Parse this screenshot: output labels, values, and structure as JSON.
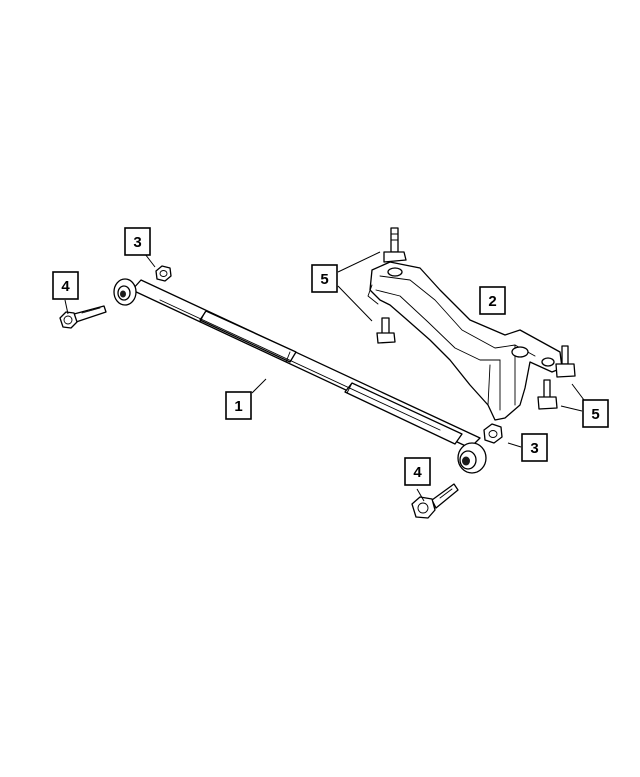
{
  "diagram": {
    "callouts": [
      {
        "id": "callout-1",
        "label": "1"
      },
      {
        "id": "callout-2",
        "label": "2"
      },
      {
        "id": "callout-3-left",
        "label": "3"
      },
      {
        "id": "callout-3-right",
        "label": "3"
      },
      {
        "id": "callout-4-left",
        "label": "4"
      },
      {
        "id": "callout-4-right",
        "label": "4"
      },
      {
        "id": "callout-5-left",
        "label": "5"
      },
      {
        "id": "callout-5-right",
        "label": "5"
      }
    ]
  }
}
